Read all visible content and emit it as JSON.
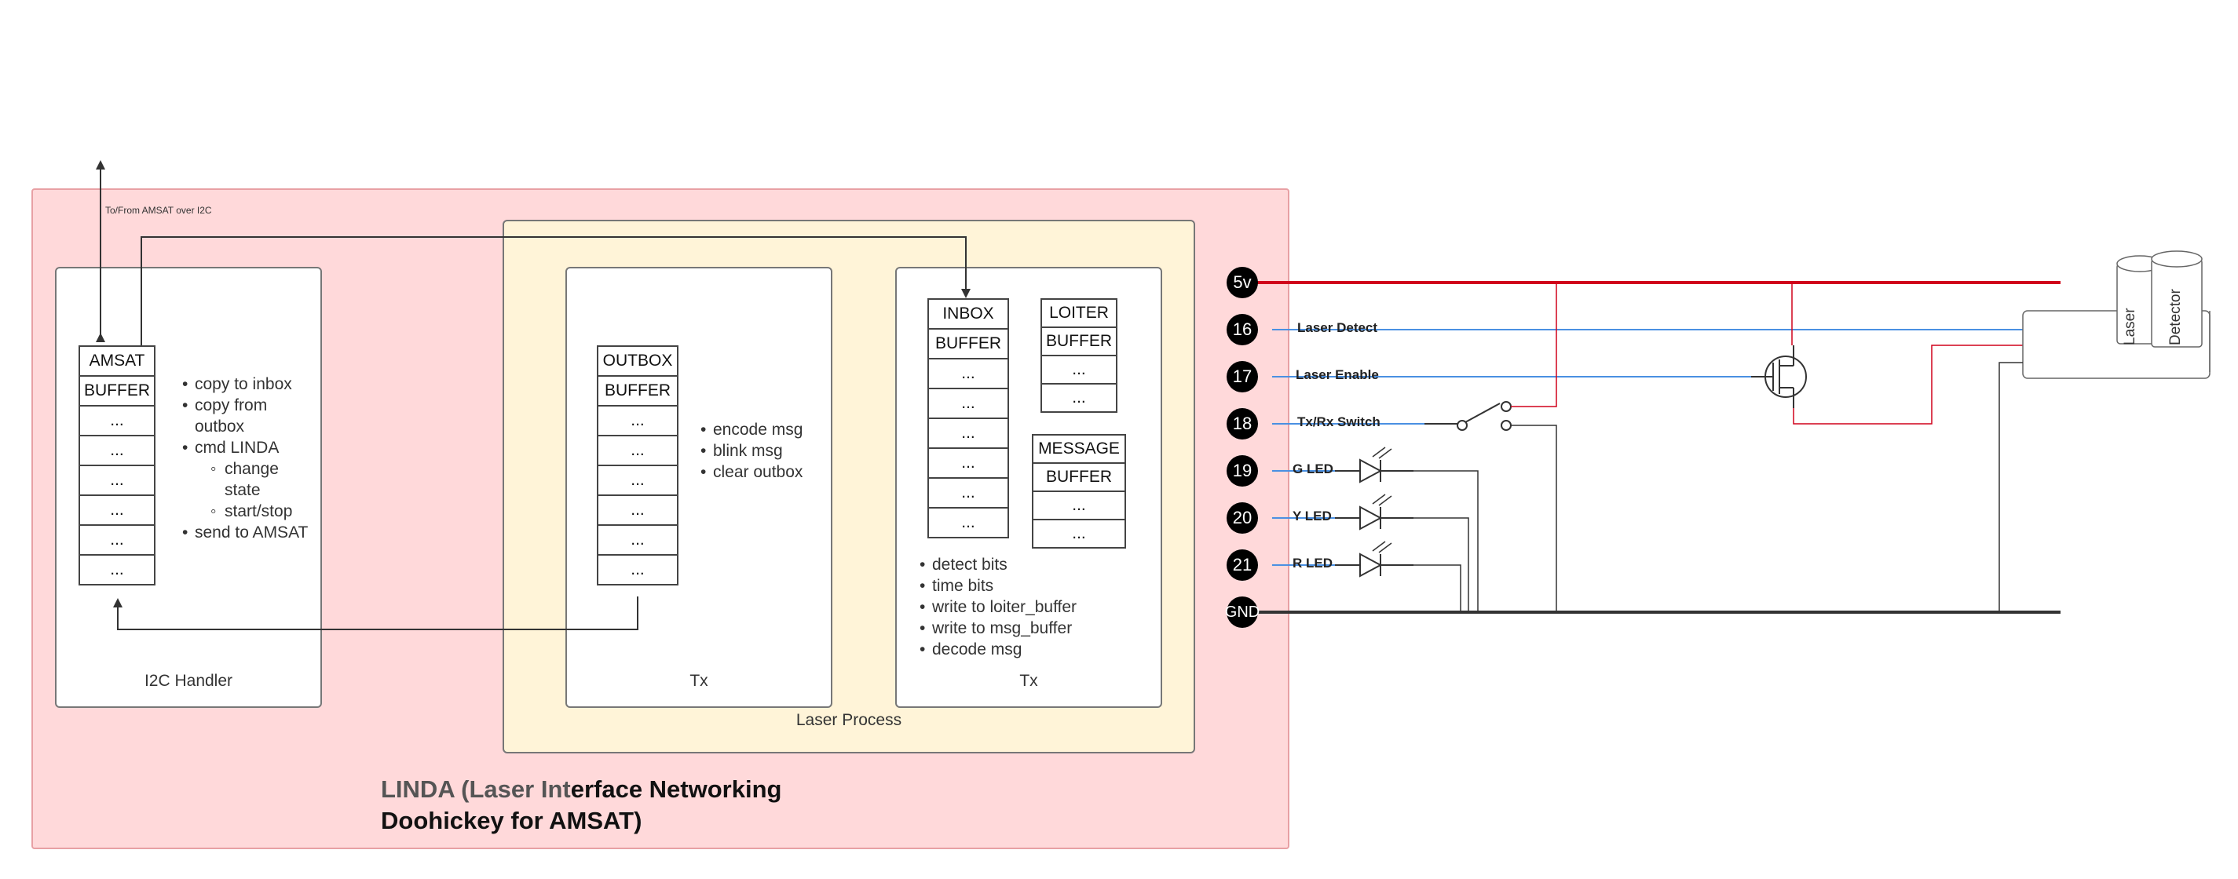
{
  "diagram": {
    "title_part1": "LINDA (Laser Int",
    "title_part2": "erface Networking",
    "title_line2": "Doohickey for AMSAT)",
    "i2c_link_label": "To/From AMSAT over I2C",
    "laser_process_label": "Laser Process",
    "i2c_handler": {
      "label": "I2C Handler",
      "stack": [
        "AMSAT",
        "BUFFER",
        "...",
        "...",
        "...",
        "...",
        "...",
        "..."
      ],
      "bullets": [
        "copy to inbox",
        "copy from outbox",
        "cmd LINDA"
      ],
      "sub_bullets": [
        "change state",
        "start/stop"
      ],
      "last_bullet": "send to AMSAT"
    },
    "tx_outbox": {
      "label": "Tx",
      "stack": [
        "OUTBOX",
        "BUFFER",
        "...",
        "...",
        "...",
        "...",
        "...",
        "..."
      ],
      "bullets": [
        "encode msg",
        "blink msg",
        "clear outbox"
      ]
    },
    "tx_inbox": {
      "label": "Tx",
      "inbox_stack": [
        "INBOX",
        "BUFFER",
        "...",
        "...",
        "...",
        "...",
        "...",
        "..."
      ],
      "loiter_stack": [
        "LOITER",
        "BUFFER",
        "...",
        "..."
      ],
      "message_stack": [
        "MESSAGE",
        "BUFFER",
        "...",
        "..."
      ],
      "bullets": [
        "detect bits",
        "time bits",
        "write to loiter_buffer",
        "write to msg_buffer",
        "decode msg"
      ]
    },
    "pins": [
      {
        "num": "5v",
        "label": ""
      },
      {
        "num": "16",
        "label": "Laser Detect"
      },
      {
        "num": "17",
        "label": "Laser Enable"
      },
      {
        "num": "18",
        "label": "Tx/Rx Switch"
      },
      {
        "num": "19",
        "label": "G LED"
      },
      {
        "num": "20",
        "label": "Y LED"
      },
      {
        "num": "21",
        "label": "R LED"
      },
      {
        "num": "GND",
        "label": ""
      }
    ],
    "devices": {
      "laser": "Laser",
      "detector": "Detector"
    },
    "colors": {
      "power": "#d0021b",
      "signal": "#4a90e2",
      "ground": "#333333",
      "outer_fill": "#ffd9da",
      "process_fill": "#fff4d8"
    }
  }
}
